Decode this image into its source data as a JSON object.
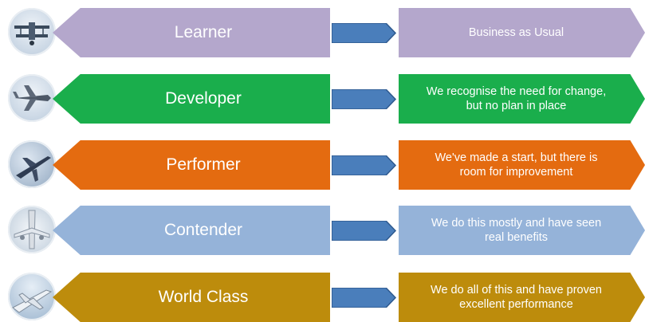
{
  "levels": [
    {
      "name": "Learner",
      "description": "Business as Usual",
      "color": "#b4a7cc",
      "icon": "biplane-icon"
    },
    {
      "name": "Developer",
      "description": "We recognise the need for change,\nbut no plan in place",
      "color": "#1aae4c",
      "icon": "propeller-plane-icon"
    },
    {
      "name": "Performer",
      "description": "We've made a start, but there is\nroom for improvement",
      "color": "#e46b10",
      "icon": "jet-plane-icon"
    },
    {
      "name": "Contender",
      "description": "We do this mostly and have seen\nreal benefits",
      "color": "#95b3d9",
      "icon": "airliner-icon"
    },
    {
      "name": "World Class",
      "description": "We do all of this and have proven\nexcellent performance",
      "color": "#bd8c0c",
      "icon": "large-airliner-icon"
    }
  ],
  "arrow_color": "#4a7ebb"
}
